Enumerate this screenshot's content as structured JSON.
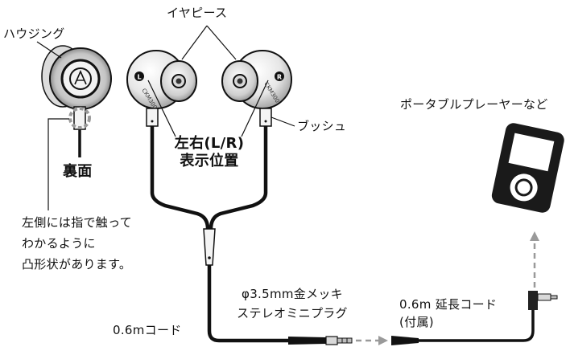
{
  "labels": {
    "housing": "ハウジング",
    "eartips": "イヤピース",
    "back_side": "裏面",
    "lr_mark_line1": "左右(L/R)",
    "lr_mark_line2": "表示位置",
    "bushing": "ブッシュ",
    "portable_player": "ポータブルプレーヤーなど",
    "tactile_note_line1": "左側には指で触って",
    "tactile_note_line2": "わかるように",
    "tactile_note_line3": "凸形状があります。",
    "plug_line1": "φ3.5mm金メッキ",
    "plug_line2": "ステレオミニプラグ",
    "extension_line1": "0.6m 延長コード",
    "extension_line2": "(付属)",
    "cord_length": "0.6mコード"
  },
  "earbud_marks": {
    "left_letter": "L",
    "right_letter": "R",
    "model": "CKM300"
  },
  "colors": {
    "line": "#111111",
    "bud_light": "#e8e8e8",
    "bud_mid": "#bdbdbd",
    "dashed_gray": "#9a9a9a",
    "player_body": "#1a1a1a"
  }
}
